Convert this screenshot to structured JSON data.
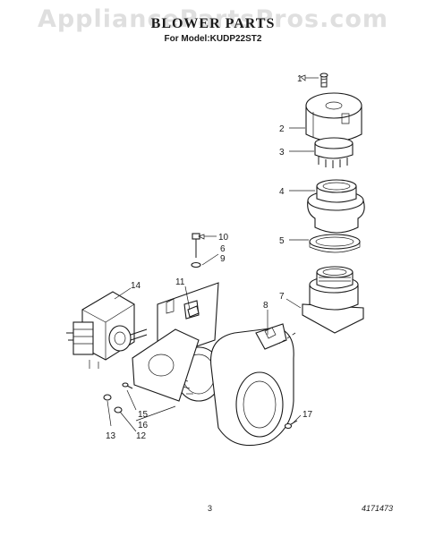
{
  "watermark": "AppliancePartsPros.com",
  "header": {
    "title": "BLOWER PARTS",
    "subtitle": "For Model:KUDP22ST2"
  },
  "callouts": [
    {
      "num": "1"
    },
    {
      "num": "2"
    },
    {
      "num": "3"
    },
    {
      "num": "4"
    },
    {
      "num": "5"
    },
    {
      "num": "6"
    },
    {
      "num": "7"
    },
    {
      "num": "8"
    },
    {
      "num": "9"
    },
    {
      "num": "10"
    },
    {
      "num": "11"
    },
    {
      "num": "12"
    },
    {
      "num": "13"
    },
    {
      "num": "14"
    },
    {
      "num": "15"
    },
    {
      "num": "16"
    },
    {
      "num": "17"
    }
  ],
  "footer": {
    "page_number": "3",
    "doc_number": "4171473"
  }
}
